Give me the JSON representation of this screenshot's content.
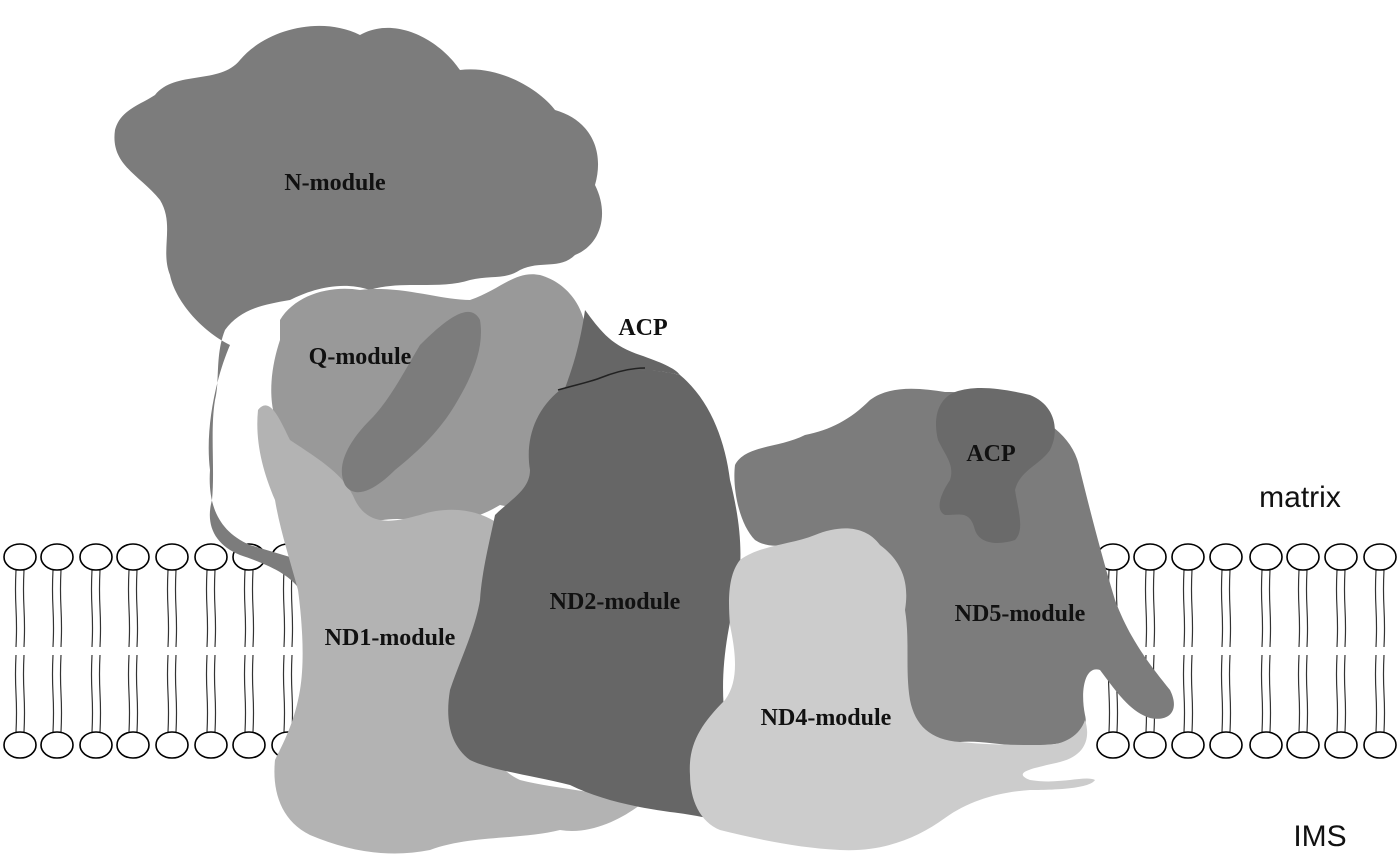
{
  "diagram": {
    "labels": {
      "n_module": "N-module",
      "q_module": "Q-module",
      "acp_top": "ACP",
      "acp_right": "ACP",
      "nd1_module": "ND1-module",
      "nd2_module": "ND2-module",
      "nd4_module": "ND4-module",
      "nd5_module": "ND5-module",
      "matrix": "matrix",
      "ims": "IMS"
    },
    "colors": {
      "n_module": "#7c7c7c",
      "q_module": "#999999",
      "nd1_module": "#b3b3b3",
      "nd2_module": "#666666",
      "nd4_module": "#cccccc",
      "nd5_module": "#7c7c7c",
      "acp": "#6a6a6a",
      "lipid_head_fill": "#ffffff",
      "lipid_outline": "#000000"
    }
  }
}
